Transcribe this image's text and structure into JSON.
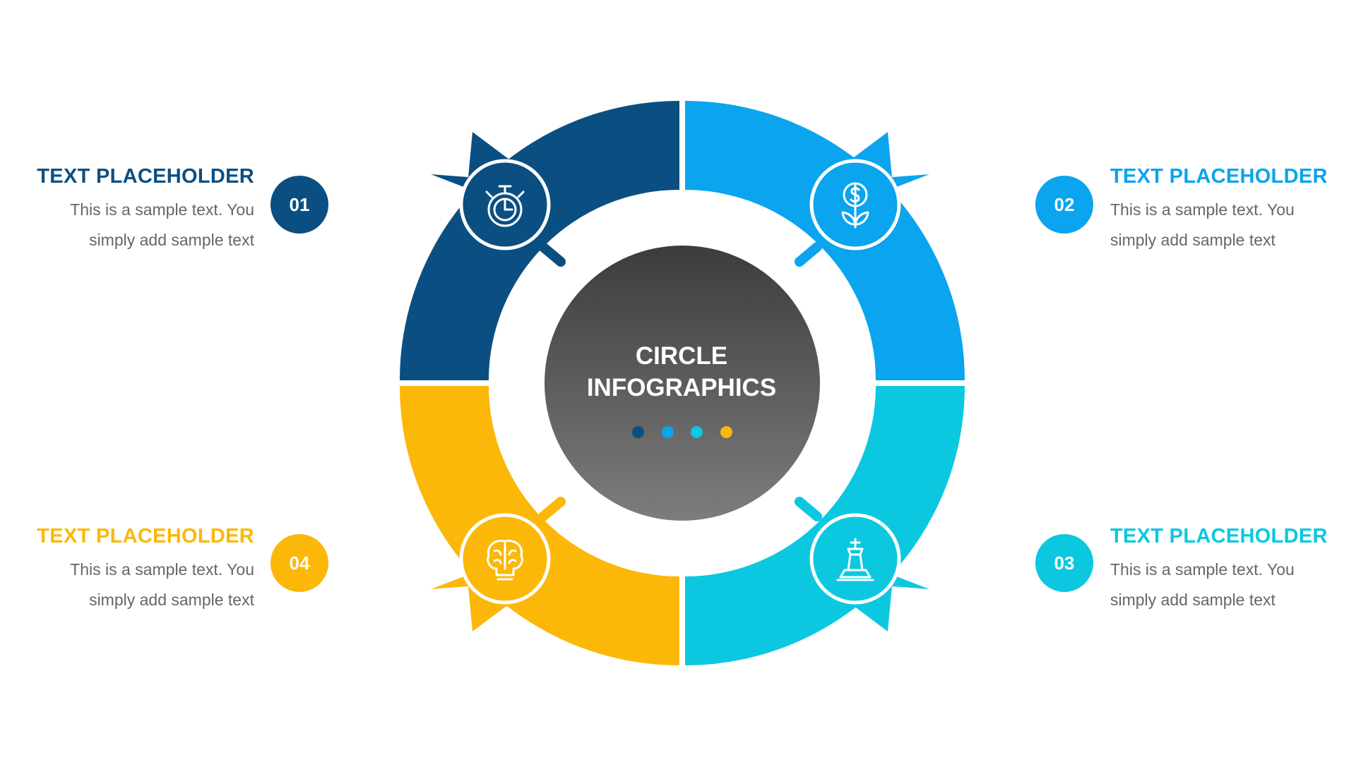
{
  "center": {
    "title_line1": "CIRCLE",
    "title_line2": "INFOGRAPHICS",
    "dots": [
      "#0b4f82",
      "#0ba4ee",
      "#0bc8e0",
      "#fbb809"
    ]
  },
  "segments": [
    {
      "num": "01",
      "title": "TEXT PLACEHOLDER",
      "desc1": "This is a sample text. You",
      "desc2": "simply add sample text",
      "color": "#0b4f82",
      "icon": "stopwatch-icon"
    },
    {
      "num": "02",
      "title": "TEXT PLACEHOLDER",
      "desc1": "This is a sample text. You",
      "desc2": "simply add sample text",
      "color": "#0ba4ee",
      "icon": "money-plant-icon"
    },
    {
      "num": "03",
      "title": "TEXT PLACEHOLDER",
      "desc1": "This is a sample text. You",
      "desc2": "simply add sample text",
      "color": "#0bc8e0",
      "icon": "chess-king-icon"
    },
    {
      "num": "04",
      "title": "TEXT PLACEHOLDER",
      "desc1": "This is a sample text. You",
      "desc2": "simply add sample text",
      "color": "#fbb809",
      "icon": "brain-bulb-icon"
    }
  ]
}
